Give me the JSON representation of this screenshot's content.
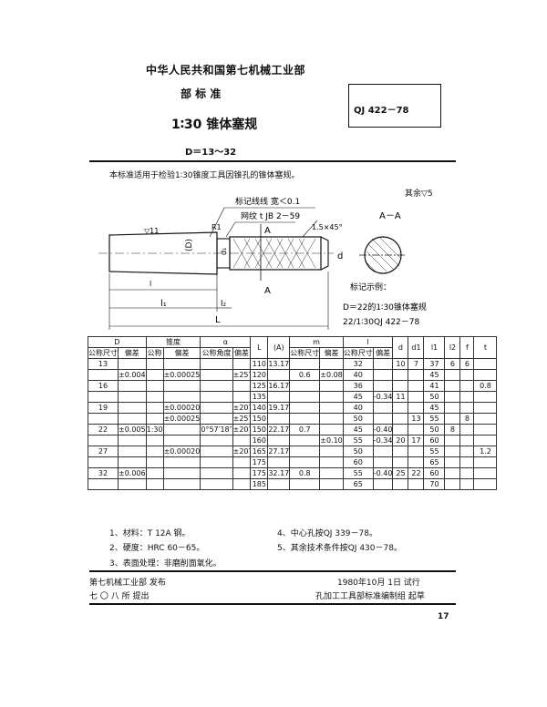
{
  "header": {
    "org_line": "中华人民共和国第七机械工业部",
    "std_type": "部   标   准",
    "title": "1∶30 锥体塞规",
    "range": "D＝13～32",
    "code": "QJ 422－78"
  },
  "intro": "本标准适用于检验1∶30锥度工具因锥孔的锥体塞规。",
  "roughness": "其余▽5",
  "drawing": {
    "mark_note": "标记线线 宽＜0.1",
    "knurl_note": "网纹 t JB 2－59",
    "chamfer": "1.5×45°",
    "section_label": "A－A",
    "example_title": "标记示例：",
    "example_line1": "D＝22的1∶30锥体塞规",
    "example_line2": "22/1∶30QJ  422－78"
  },
  "table": {
    "head1": [
      "D",
      "锥度",
      "α",
      "L",
      "(A)",
      "m",
      "l",
      "d",
      "d1",
      "l1",
      "l2",
      "f",
      "t"
    ],
    "head2": [
      "公称尺寸",
      "偏差",
      "公称",
      "偏差",
      "公称角度",
      "偏差",
      "公称尺寸",
      "偏差",
      "公称尺寸"
    ],
    "rows": [
      [
        "13",
        "",
        "",
        "",
        "",
        "",
        "110",
        "13.17",
        "",
        "",
        "32",
        "",
        "10",
        "7",
        "37",
        "6",
        "6",
        ""
      ],
      [
        "",
        "±0.004",
        "",
        "±0.00025",
        "",
        "±25′",
        "120",
        "",
        "0.6",
        "±0.08",
        "40",
        "",
        "",
        "",
        "45",
        "",
        "",
        ""
      ],
      [
        "16",
        "",
        "",
        "",
        "",
        "",
        "125",
        "16.17",
        "",
        "",
        "36",
        "",
        "",
        "",
        "41",
        "",
        "",
        "0.8"
      ],
      [
        "",
        "",
        "",
        "",
        "",
        "",
        "135",
        "",
        "",
        "",
        "45",
        "-0.34",
        "11",
        "",
        "50",
        "",
        "",
        ""
      ],
      [
        "19",
        "",
        "",
        "±0.00020",
        "",
        "±20′",
        "140",
        "19.17",
        "",
        "",
        "40",
        "",
        "",
        "",
        "45",
        "",
        "",
        ""
      ],
      [
        "",
        "",
        "",
        "±0.00025",
        "",
        "±25′",
        "150",
        "",
        "",
        "",
        "50",
        "",
        "",
        "13",
        "55",
        "",
        "8",
        ""
      ],
      [
        "22",
        "±0.005",
        "1:30",
        "",
        "0°57′18″",
        "±20′",
        "150",
        "22.17",
        "0.7",
        "",
        "45",
        "-0.40",
        "",
        "",
        "50",
        "8",
        "",
        ""
      ],
      [
        "",
        "",
        "",
        "",
        "",
        "",
        "160",
        "",
        "",
        "±0.10",
        "55",
        "-0.34",
        "20",
        "17",
        "60",
        "",
        "",
        ""
      ],
      [
        "27",
        "",
        "",
        "±0.00020",
        "",
        "±20′",
        "165",
        "27.17",
        "",
        "",
        "50",
        "",
        "",
        "",
        "55",
        "",
        "",
        "1.2"
      ],
      [
        "",
        "",
        "",
        "",
        "",
        "",
        "175",
        "",
        "",
        "",
        "60",
        "",
        "",
        "",
        "65",
        "",
        "",
        ""
      ],
      [
        "32",
        "±0.006",
        "",
        "",
        "",
        "",
        "175",
        "32.17",
        "0.8",
        "",
        "55",
        "-0.40",
        "25",
        "22",
        "60",
        "",
        "",
        ""
      ],
      [
        "",
        "",
        "",
        "",
        "",
        "",
        "185",
        "",
        "",
        "",
        "65",
        "",
        "",
        "",
        "70",
        "",
        "",
        ""
      ]
    ]
  },
  "notes": {
    "n1": "1、材料：T 12A 钢。",
    "n2": "2、硬度：HRC 60－65。",
    "n3": "3、表面处理：非磨削面氧化。",
    "n4": "4、中心孔按QJ  339－78。",
    "n5": "5、其余技术条件按QJ  430－78。"
  },
  "footer": {
    "issuer": "第七机械工业部  发布",
    "proposer": "七 〇 八 所  提出",
    "date": "1980年10月 1日  试行",
    "drafter": "孔加工工具部标准编制组  起草",
    "page": "17"
  }
}
